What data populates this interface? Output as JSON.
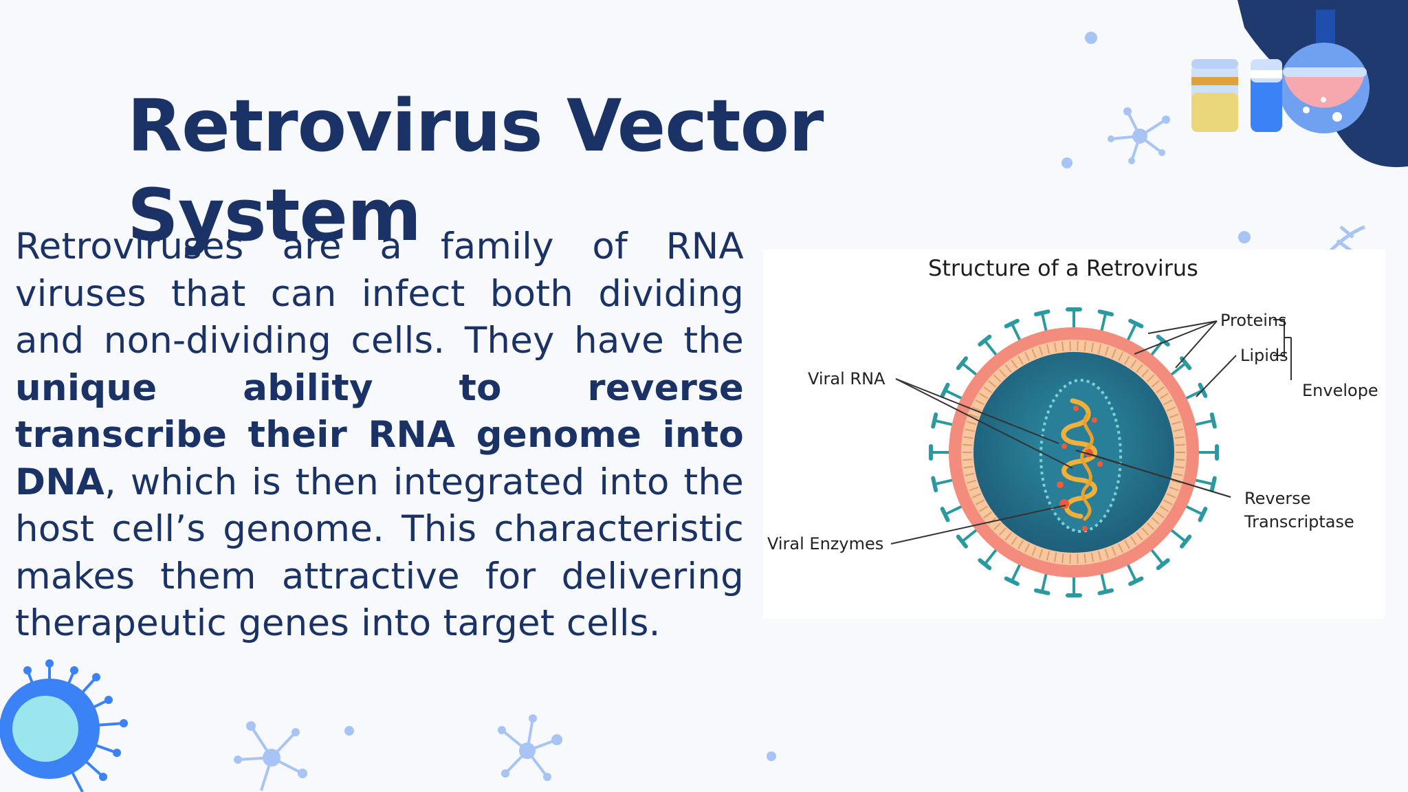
{
  "slide": {
    "title": "Retrovirus Vector System",
    "paragraph": {
      "part1": "Retroviruses are a family of RNA viruses that can infect both dividing and non-dividing cells. They have the ",
      "bold": "unique ability to reverse transcribe their RNA genome into DNA",
      "part2": ", which is then integrated into the host cell’s genome. This characteristic makes them attractive for delivering therapeutic genes into target cells."
    }
  },
  "figure": {
    "title": "Structure of a Retrovirus",
    "labels": {
      "proteins": "Proteins",
      "lipids": "Lipids",
      "envelope": "Envelope",
      "viral_rna": "Viral RNA",
      "reverse": "Reverse",
      "transcriptase": "Transcriptase",
      "viral_enzymes": "Viral Enzymes"
    }
  },
  "colors": {
    "title": "#1a3266",
    "text": "#1a3266",
    "accent_blue": "#3b82f6",
    "light_blue": "#a8c4f5",
    "navy_blob": "#1e3a6e"
  },
  "icons": [
    "flask-icon",
    "test-tubes-icon",
    "molecule-icon",
    "virus-icon",
    "dna-icon"
  ]
}
